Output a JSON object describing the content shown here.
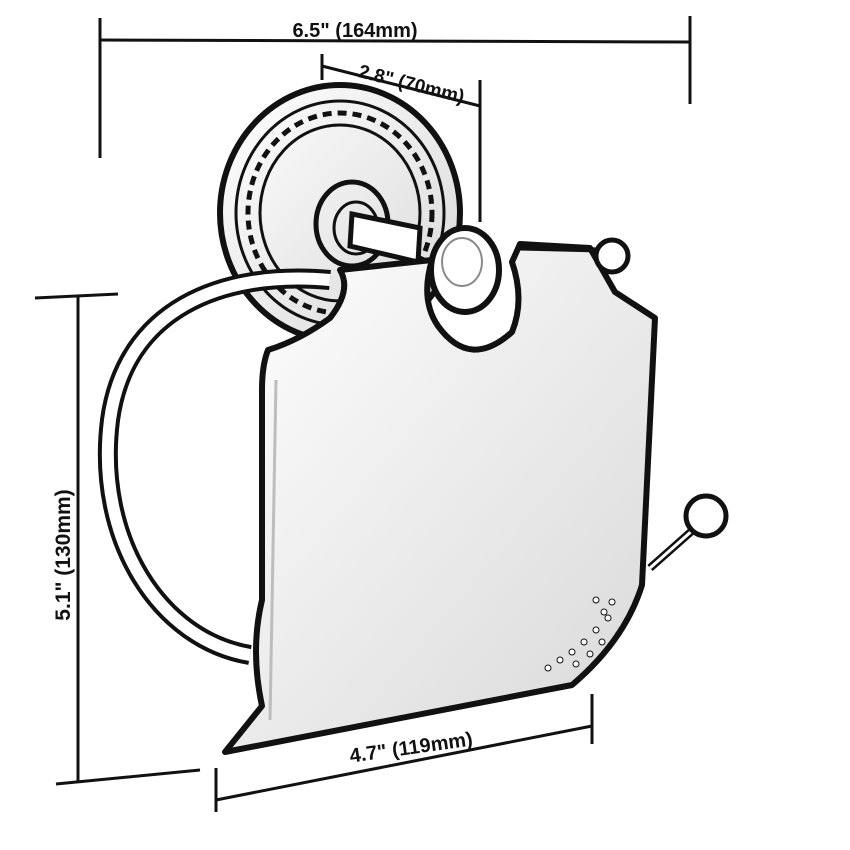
{
  "diagram": {
    "product": "toilet-paper-holder",
    "colors": {
      "line": "#111111",
      "background": "#ffffff",
      "shade": "#9a9a9a"
    }
  },
  "dimensions": {
    "overall_width": "6.5\" (164mm)",
    "base_offset": "2.8\" (70mm)",
    "height": "5.1\" (130mm)",
    "cover_width": "4.7\" (119mm)"
  }
}
